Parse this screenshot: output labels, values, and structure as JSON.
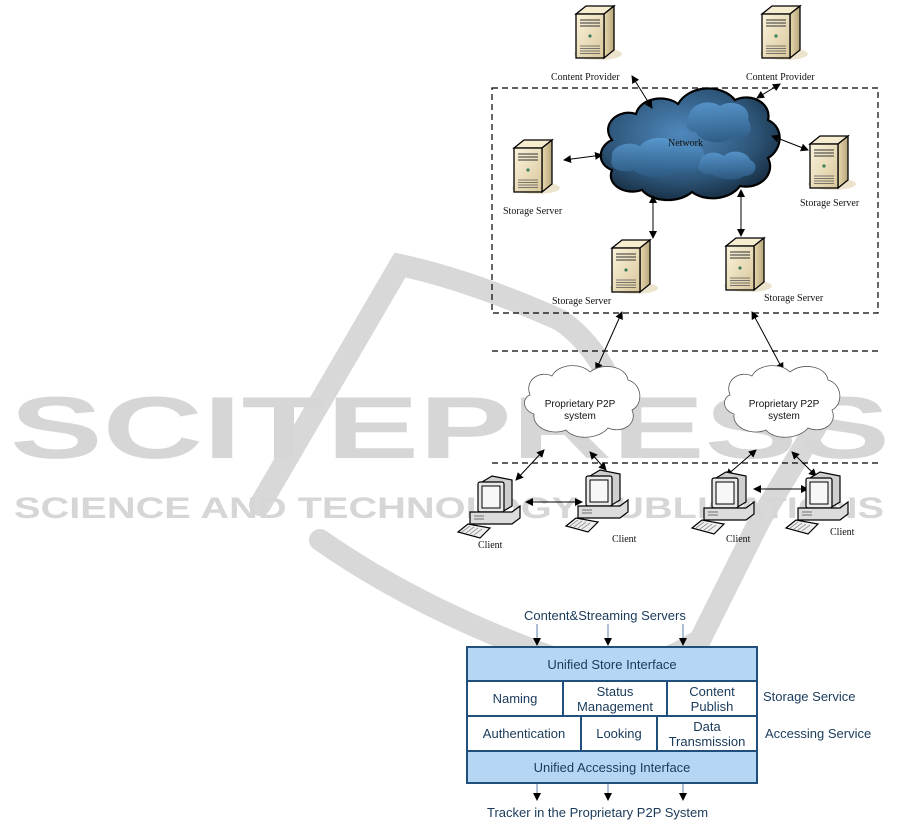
{
  "watermark": {
    "title": "SCITEPRESS",
    "subtitle": "SCIENCE AND TECHNOLOGY PUBLICATIONS",
    "color": "#d6d6d6"
  },
  "architecture": {
    "content_providers": [
      {
        "label": "Content Provider"
      },
      {
        "label": "Content Provider"
      }
    ],
    "network": {
      "label": "Network"
    },
    "storage_servers": [
      {
        "label": "Storage Server"
      },
      {
        "label": "Storage Server"
      },
      {
        "label": "Storage Server"
      },
      {
        "label": "Storage Server"
      }
    ],
    "p2p_systems": [
      {
        "label_line1": "Proprietary P2P",
        "label_line2": "system"
      },
      {
        "label_line1": "Proprietary P2P",
        "label_line2": "system"
      }
    ],
    "clients": [
      {
        "label": "Client"
      },
      {
        "label": "Client"
      },
      {
        "label": "Client"
      },
      {
        "label": "Client"
      }
    ]
  },
  "service_stack": {
    "top_caption": "Content&Streaming Servers",
    "bottom_caption": "Tracker in the Proprietary P2P System",
    "top_interface": "Unified Store Interface",
    "bottom_interface": "Unified Accessing Interface",
    "storage_row": {
      "side_label": "Storage Service",
      "cells": [
        {
          "line1": "Naming",
          "line2": ""
        },
        {
          "line1": "Status",
          "line2": "Management"
        },
        {
          "line1": "Content",
          "line2": "Publish"
        }
      ]
    },
    "accessing_row": {
      "side_label": "Accessing Service",
      "cells": [
        {
          "line1": "Authentication",
          "line2": ""
        },
        {
          "line1": "Looking",
          "line2": ""
        },
        {
          "line1": "Data",
          "line2": "Transmission"
        }
      ]
    },
    "colors": {
      "band": "#b6d7f4",
      "border": "#1f4f7a",
      "text": "#1a3a5a"
    }
  }
}
